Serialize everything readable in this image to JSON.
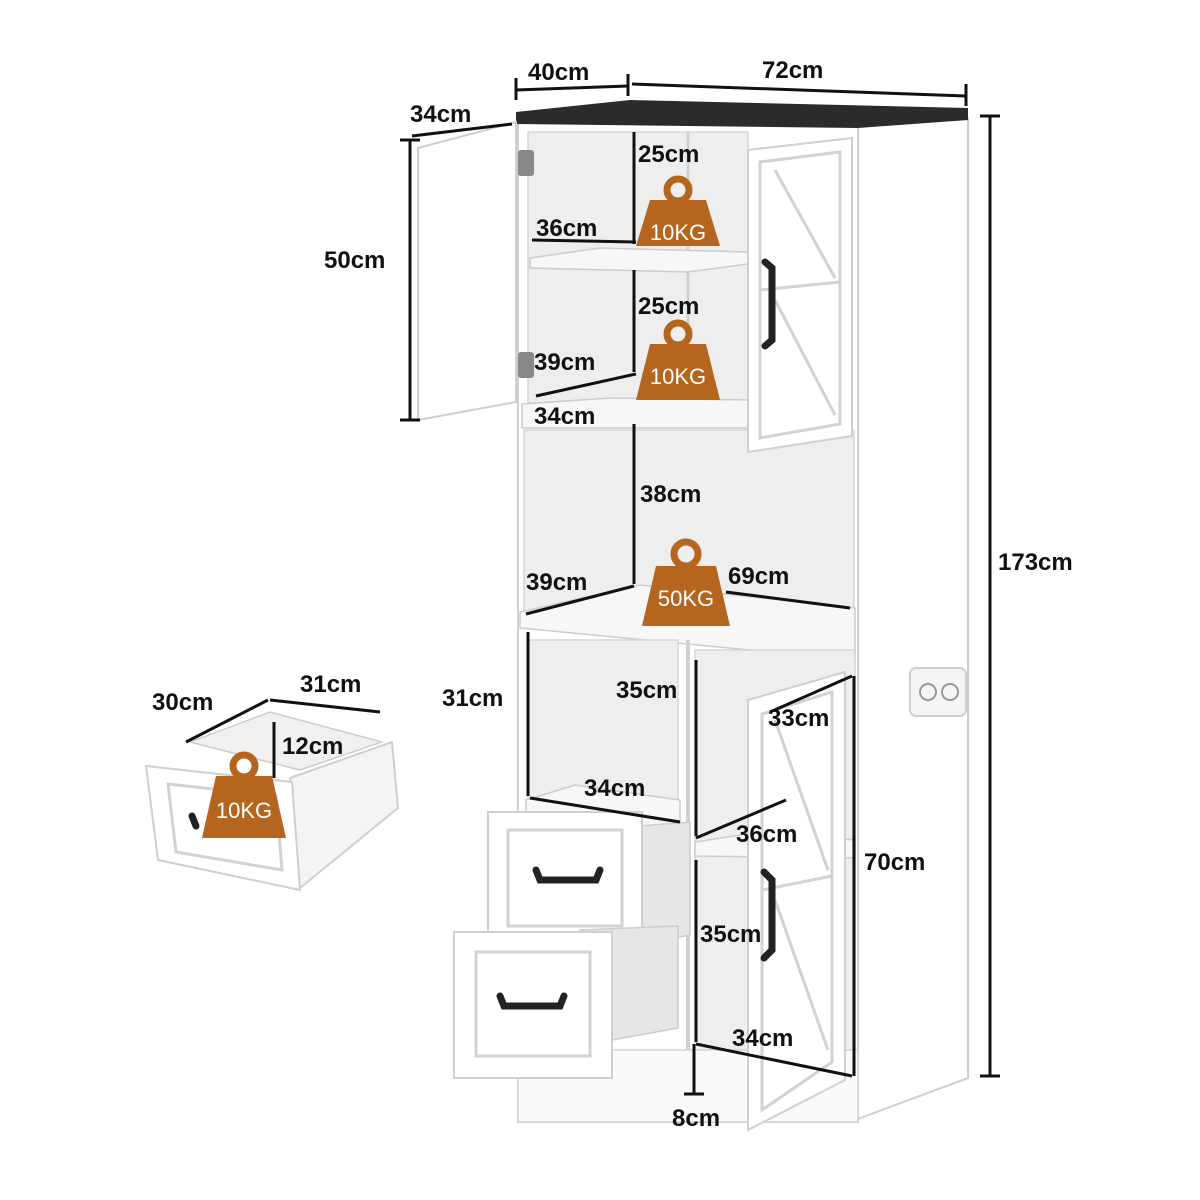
{
  "dimensions": {
    "cabinet_depth_top": "40cm",
    "cabinet_width_top": "72cm",
    "door_width": "34cm",
    "door_height": "50cm",
    "total_height": "173cm",
    "upper_shelf_height": "25cm",
    "upper_shelf_depth": "36cm",
    "middle_shelf_height": "25cm",
    "middle_shelf_depth": "39cm",
    "upper_shelf_width": "34cm",
    "open_space_height": "38cm",
    "open_shelf_depth": "39cm",
    "open_shelf_width": "69cm",
    "lower_left_height": "31cm",
    "lower_left_depth": "35cm",
    "lower_left_width": "34cm",
    "right_door_width": "33cm",
    "right_upper_depth": "36cm",
    "right_lower_height": "35cm",
    "right_lower_width": "34cm",
    "lower_door_height": "70cm",
    "base_height": "8cm",
    "drawer_depth": "30cm",
    "drawer_width": "31cm",
    "drawer_height": "12cm"
  },
  "weights": {
    "upper_shelf": "10KG",
    "middle_shelf": "10KG",
    "open_shelf": "50KG",
    "drawer": "10KG"
  },
  "colors": {
    "weight_badge": "#b5651d",
    "top_board": "#2b2b2b",
    "cabinet": "#ffffff"
  }
}
